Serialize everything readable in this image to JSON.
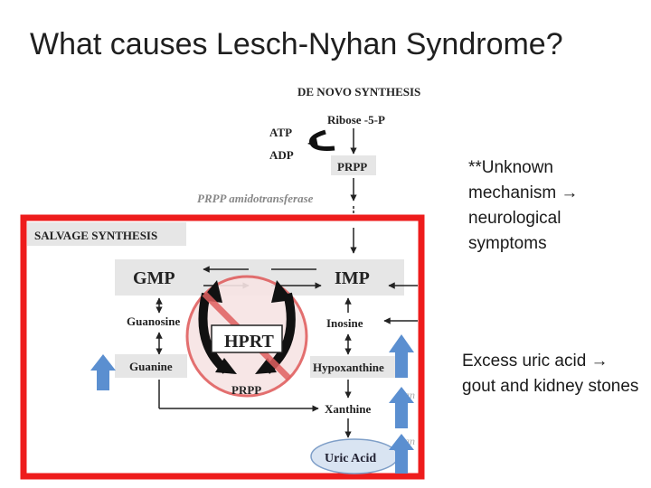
{
  "title": "What causes Lesch-Nyhan Syndrome?",
  "diagram": {
    "de_novo_label": "DE NOVO SYNTHESIS",
    "salvage_label": "SALVAGE SYNTHESIS",
    "ribose": "Ribose -5-P",
    "atp": "ATP",
    "adp": "ADP",
    "prpp_top": "PRPP",
    "enzyme": "PRPP amidotransferase",
    "gmp": "GMP",
    "imp": "IMP",
    "guanosine": "Guanosine",
    "inosine": "Inosine",
    "hprt": "HPRT",
    "guanine": "Guanine",
    "hypoxanthine": "Hypoxanthine",
    "prpp_bottom": "PRPP",
    "xanthine": "Xanthine",
    "uric_acid": "Uric Acid",
    "faint_1": "an",
    "faint_2": "an"
  },
  "notes": {
    "note1": "**Unknown mechanism → neurological symptoms",
    "note2": "Excess uric acid → gout and kidney stones"
  },
  "colors": {
    "highlight_border": "#ee1c1c",
    "up_arrow": "#5b8fd0",
    "prohibition": "#e06060",
    "uric_ellipse": "#d9e4f2",
    "gray_box": "#e6e6e6"
  }
}
